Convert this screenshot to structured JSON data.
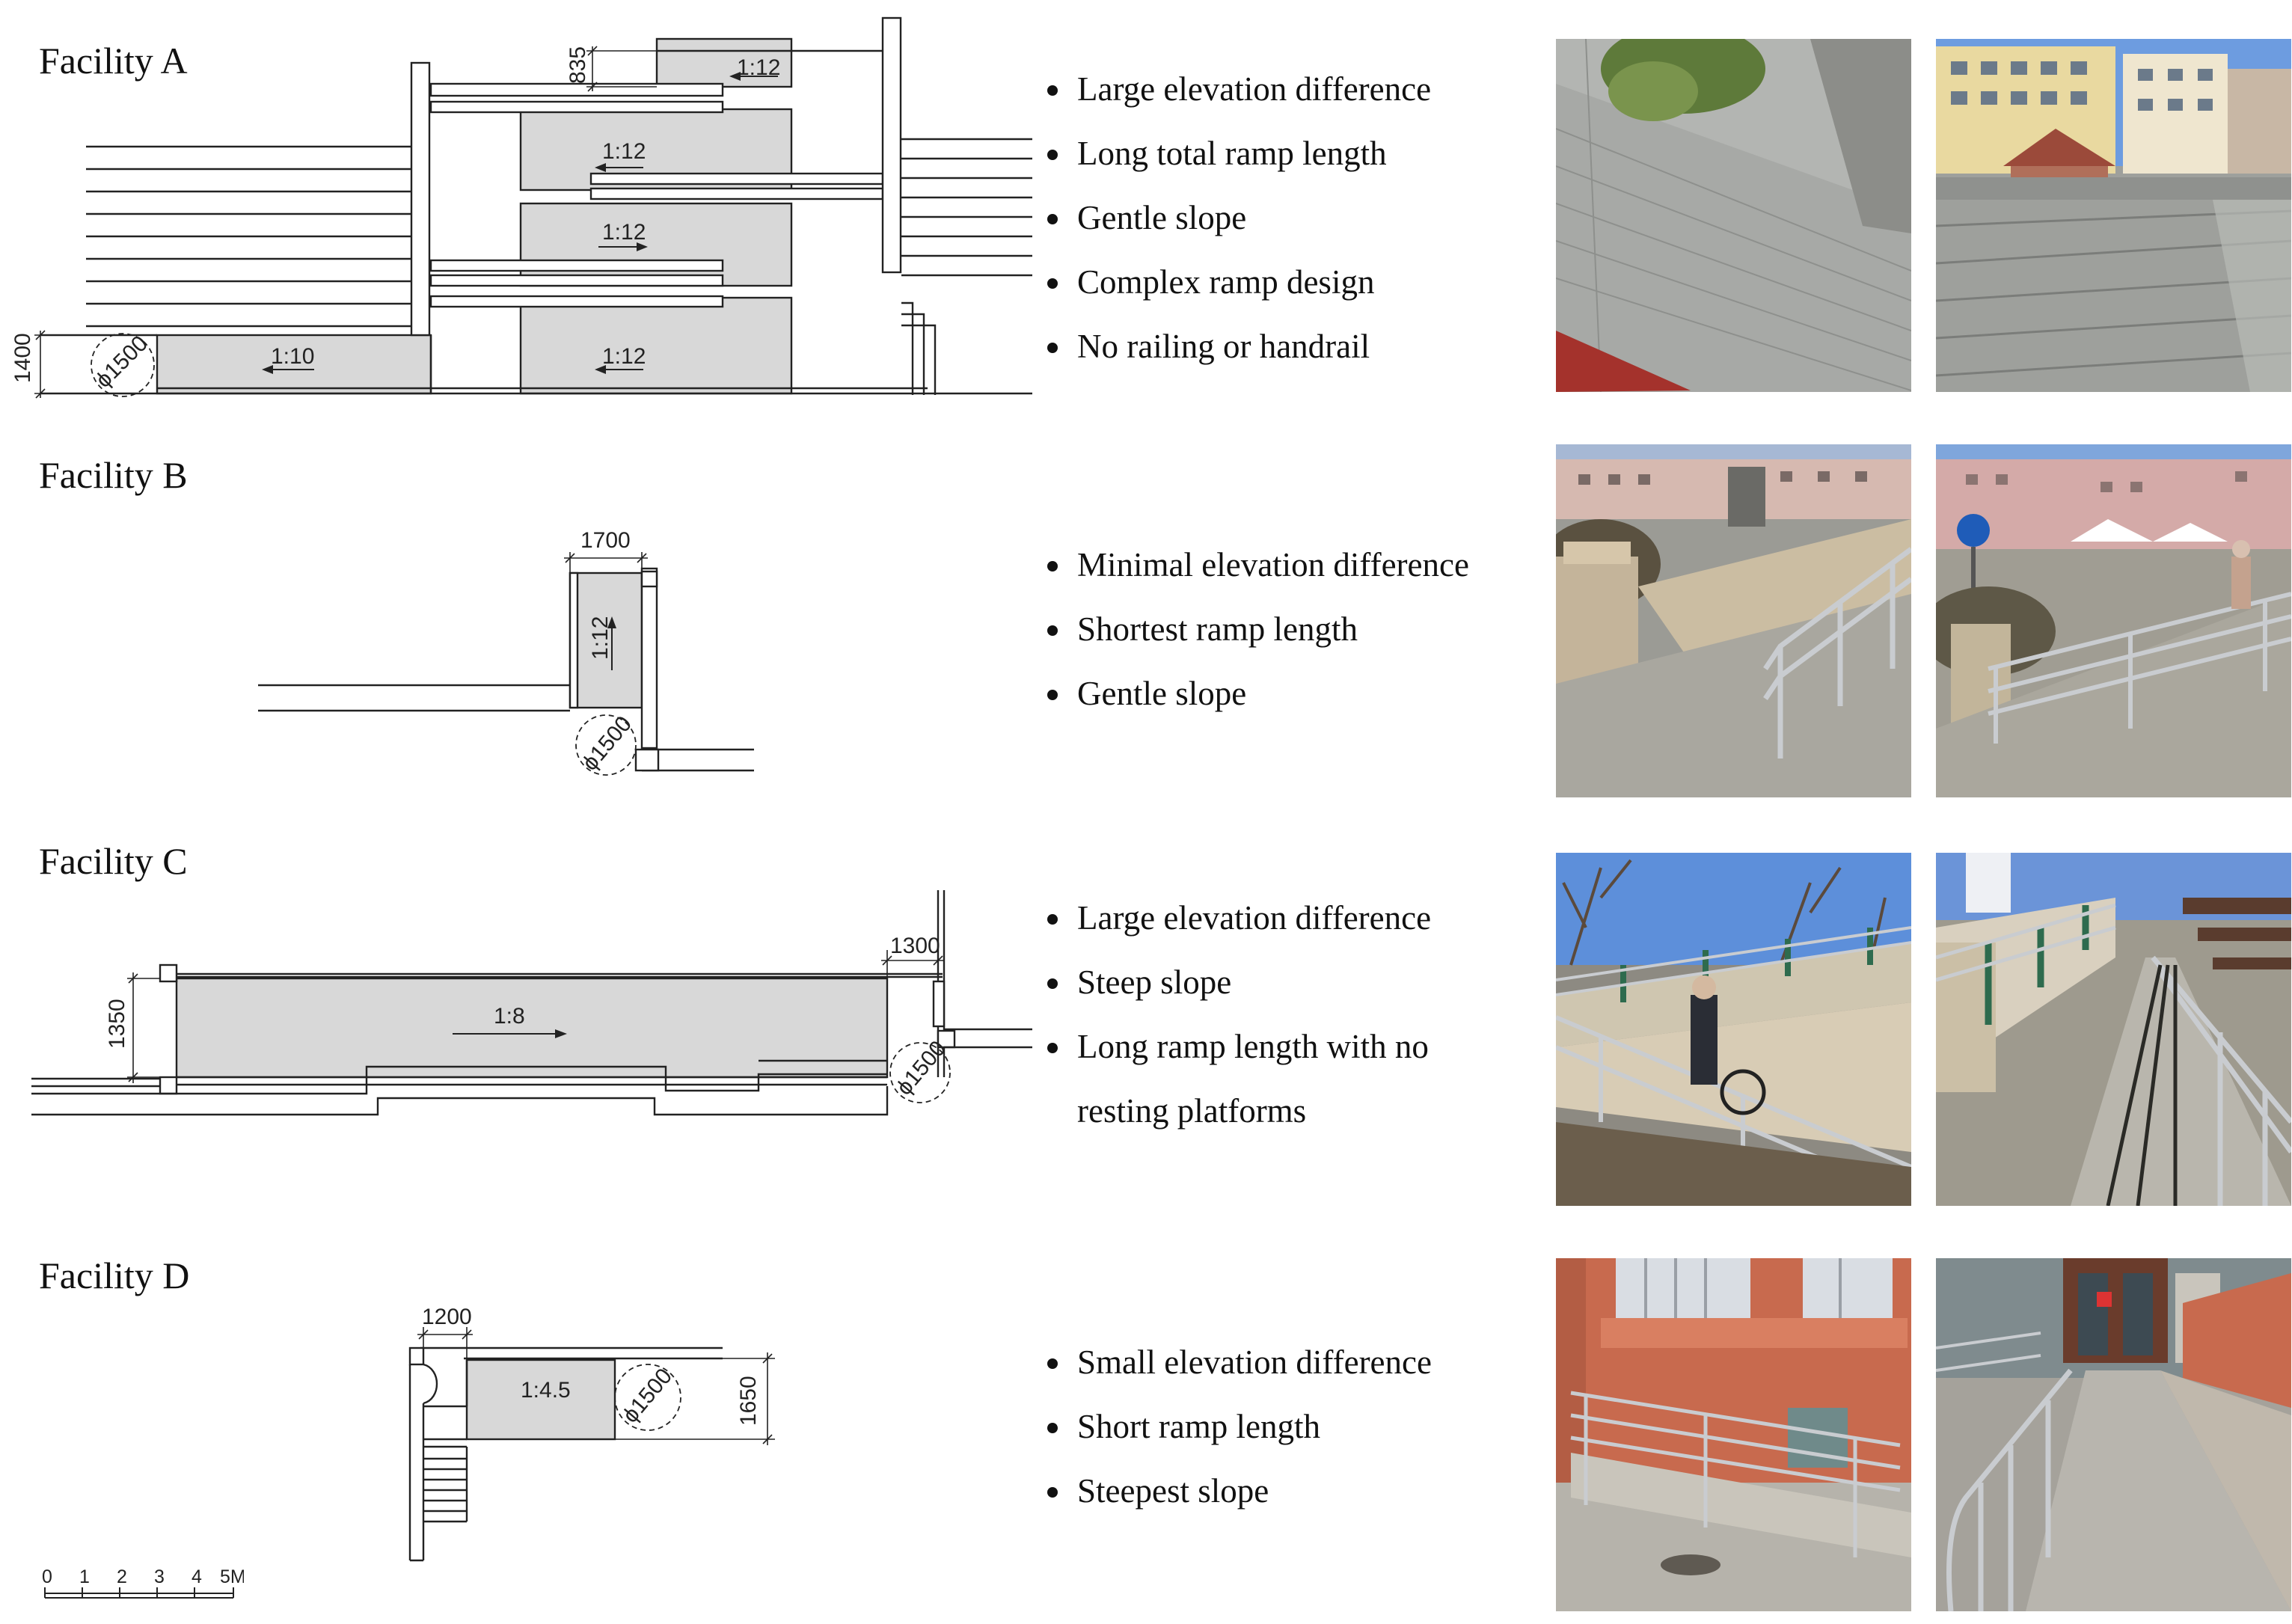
{
  "facilities": [
    {
      "title": "Facility A",
      "bullets": [
        "Large elevation difference",
        "Long total ramp length",
        "Gentle slope",
        "Complex ramp design",
        "No railing or handrail"
      ],
      "plan": {
        "elevation_dim": "1400",
        "top_dim": "835",
        "turning_circle": "ϕ1500",
        "ramps": [
          "1:12",
          "1:12",
          "1:12",
          "1:10",
          "1:12"
        ]
      },
      "photos": [
        "aerial-view-of-stepped-plaza-photo",
        "stepped-plaza-with-buildings-photo"
      ]
    },
    {
      "title": "Facility B",
      "bullets": [
        "Minimal elevation difference",
        "Shortest ramp length",
        "Gentle slope"
      ],
      "plan": {
        "width_dim": "1700",
        "turning_circle": "ϕ1500",
        "ramps": [
          "1:12"
        ]
      },
      "photos": [
        "ramp-with-steel-handrail-photo",
        "ramp-with-accessibility-sign-photo"
      ]
    },
    {
      "title": "Facility C",
      "bullets": [
        "Large elevation difference",
        "Steep slope",
        "Long ramp length with no",
        "resting platforms"
      ],
      "plan": {
        "elevation_dim": "1350",
        "top_dim": "1300",
        "turning_circle": "ϕ1500",
        "ramps": [
          "1:8"
        ]
      },
      "photos": [
        "cyclist-on-long-ramp-photo",
        "long-ramp-with-railings-photo"
      ]
    },
    {
      "title": "Facility D",
      "bullets": [
        "Small elevation difference",
        "Short ramp length",
        "Steepest slope"
      ],
      "plan": {
        "width_dim": "1200",
        "elevation_dim": "1650",
        "turning_circle": "ϕ1500",
        "ramps": [
          "1:4.5"
        ]
      },
      "photos": [
        "ramp-at-orange-building-photo",
        "ramp-to-building-door-photo"
      ]
    }
  ],
  "scale_bar": {
    "ticks": [
      "0",
      "1",
      "2",
      "3",
      "4",
      "5M"
    ]
  }
}
